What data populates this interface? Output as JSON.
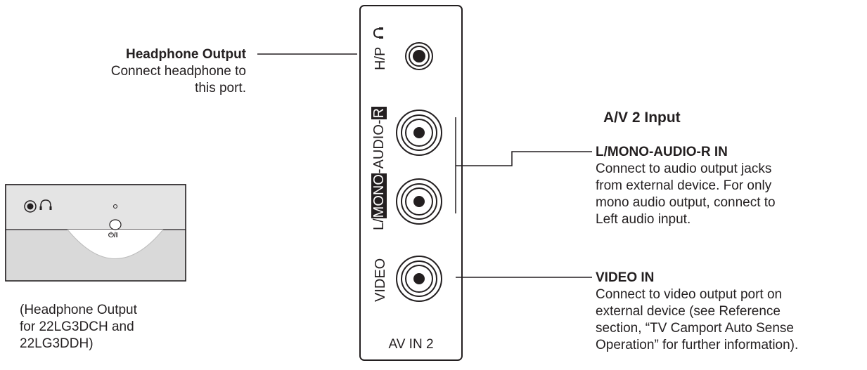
{
  "headphone": {
    "title": "Headphone Output",
    "desc_line1": "Connect headphone to",
    "desc_line2": "this port."
  },
  "side_panel": {
    "caption_line1": "(Headphone Output",
    "caption_line2": "for 22LG3DCH and",
    "caption_line3": "22LG3DDH)",
    "power_symbol": "⏻/I"
  },
  "panel": {
    "hp_label": "H/P",
    "audio_label_left": "L/",
    "audio_label_mono": "MONO",
    "audio_label_mid": "-AUDIO-",
    "audio_label_r": "R",
    "video_label": "VIDEO",
    "bottom_label": "AV IN 2"
  },
  "av2": {
    "heading": "A/V 2 Input",
    "audio_title": "L/MONO-AUDIO-R IN",
    "audio_line1": "Connect to audio output jacks",
    "audio_line2": "from external device. For only",
    "audio_line3": "mono audio output, connect to",
    "audio_line4": "Left audio input.",
    "video_title": "VIDEO IN",
    "video_line1": "Connect to video output port on",
    "video_line2": "external device (see Reference",
    "video_line3": "section, “TV Camport Auto Sense",
    "video_line4": "Operation” for further information)."
  },
  "colors": {
    "ink": "#231f20",
    "panel_fill": "#e6e6e6"
  }
}
